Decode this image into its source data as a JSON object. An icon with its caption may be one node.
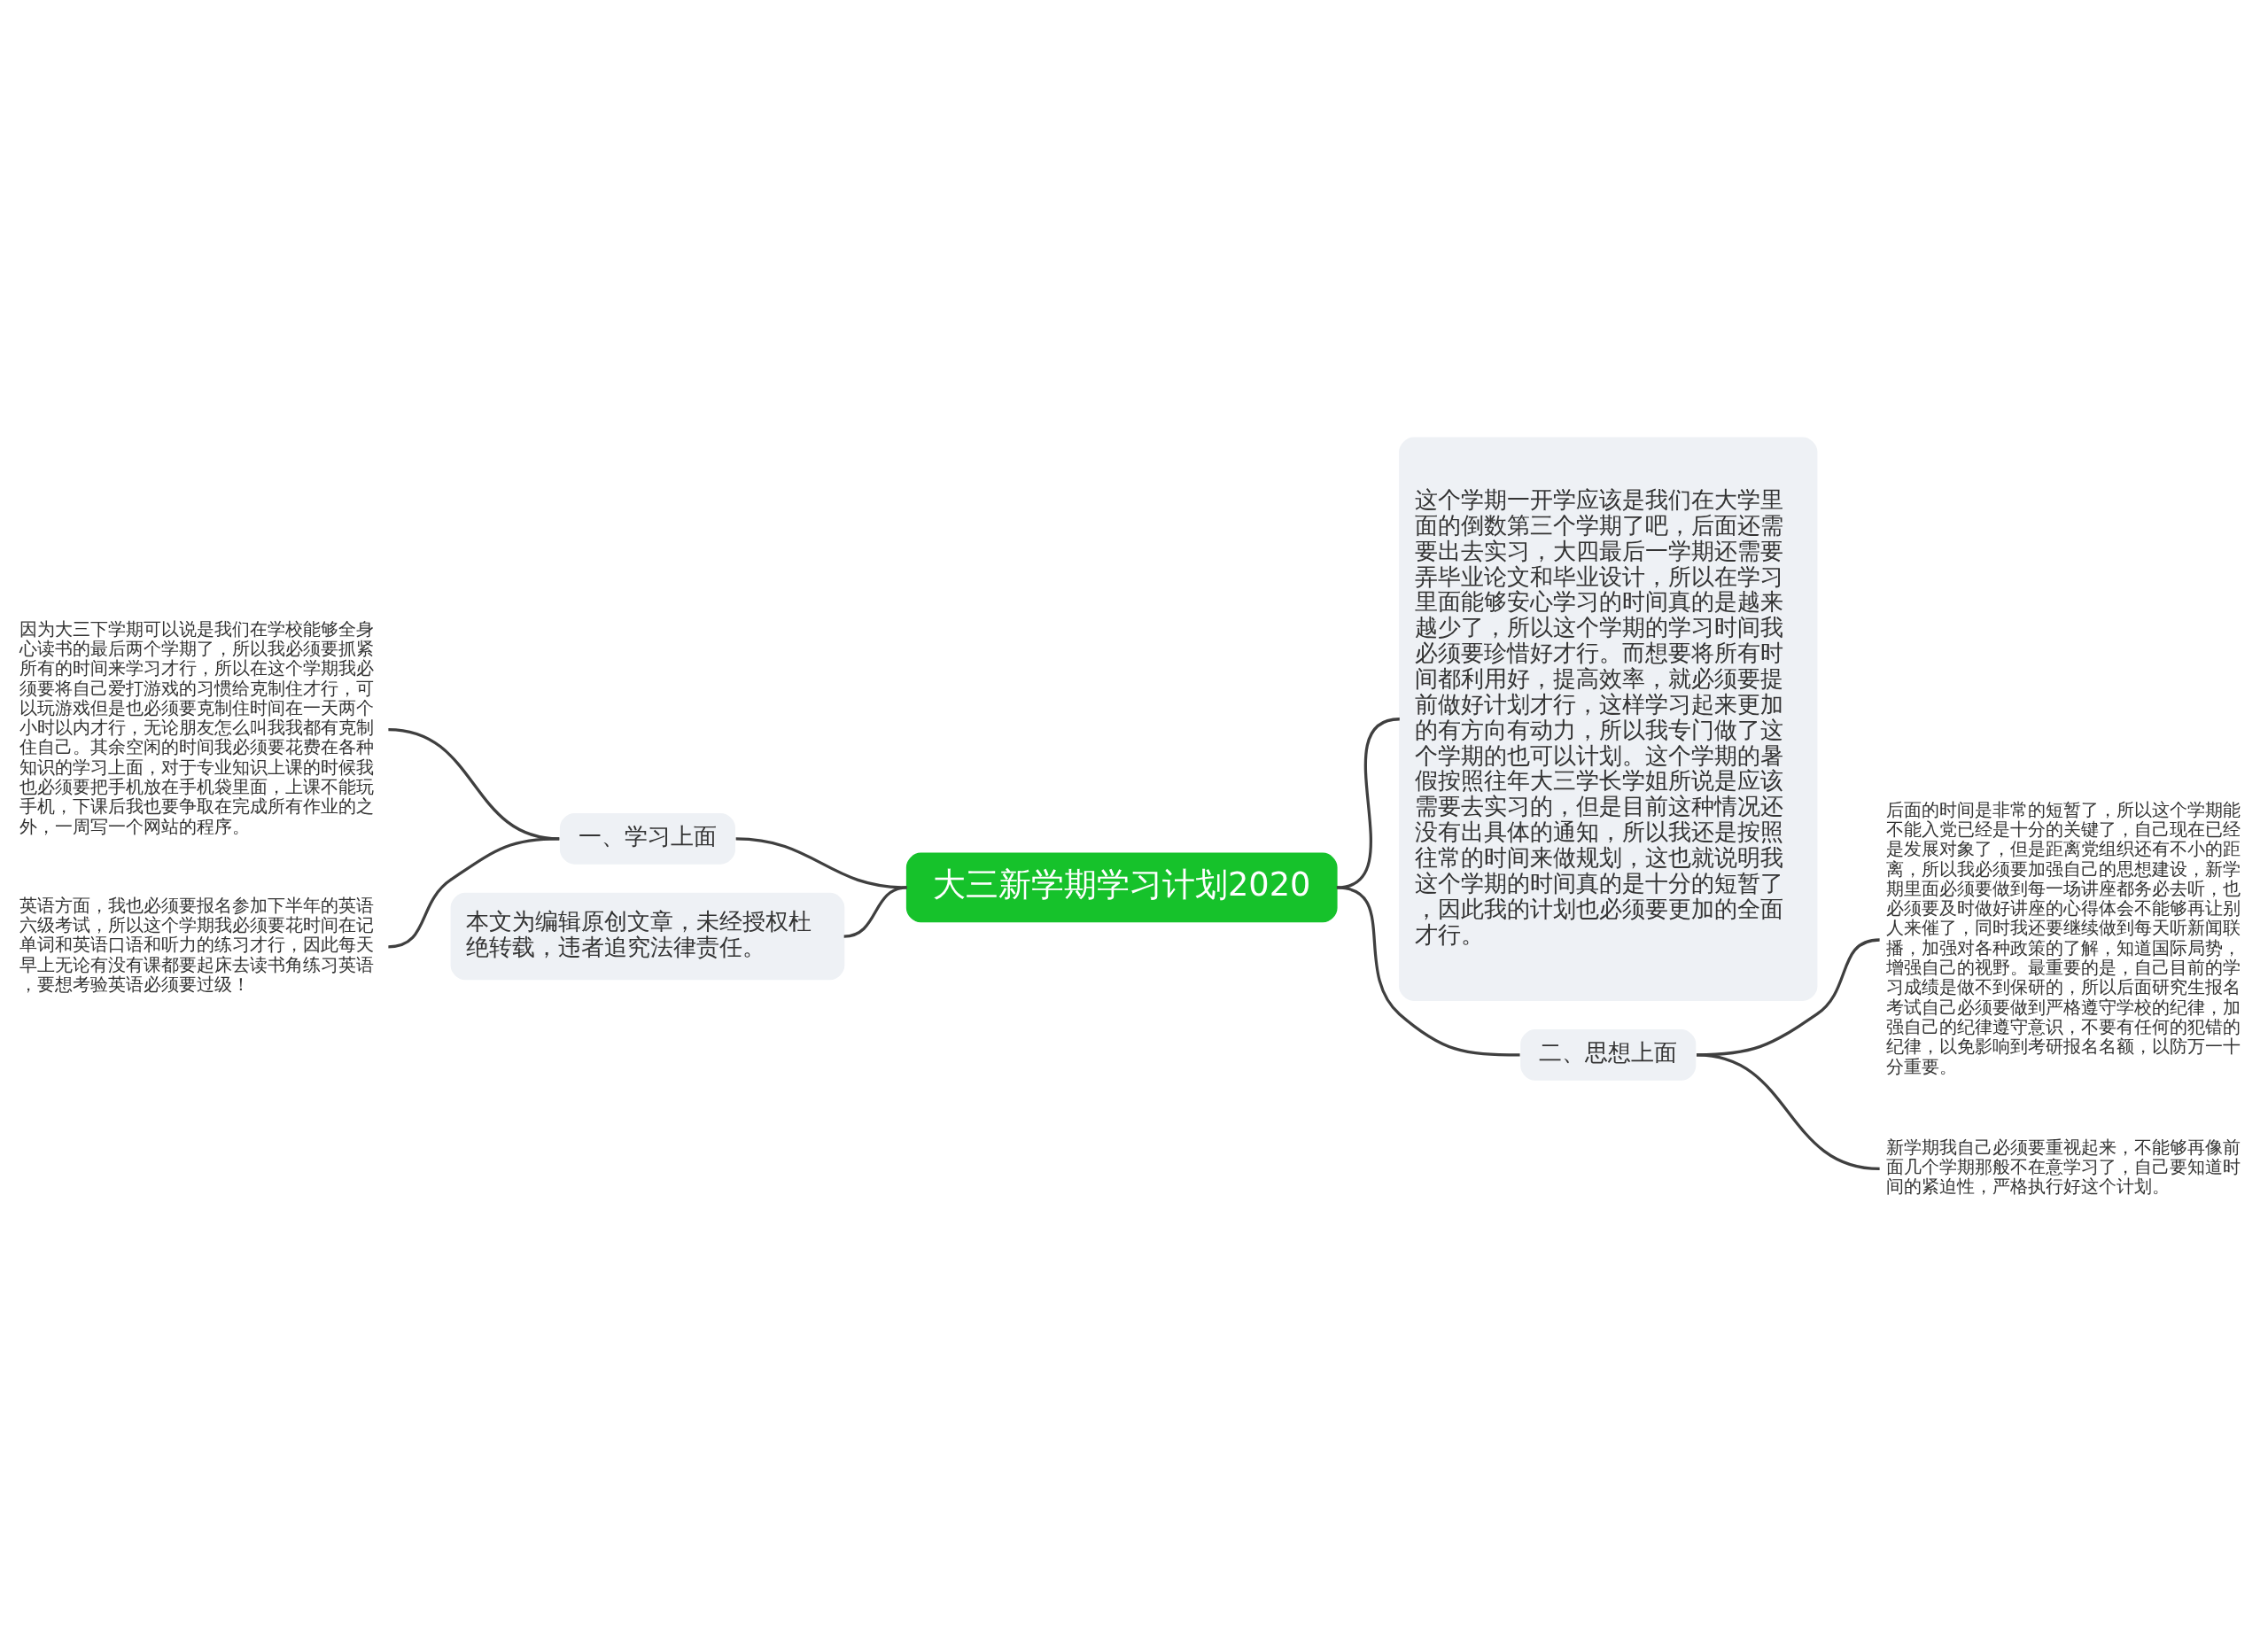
{
  "diagram": {
    "nodes": [
      {
        "text": [
          "大三新学期学习计划2020"
        ]
      },
      {
        "text": [
          "一、学习上面"
        ]
      },
      {
        "text": [
          "因为大三下学期可以说是我们在学校能够全身心读书的最后两个学期了，所以我必须要抓紧所有的时间来学习才行，所以在这个学期我必须要将自己爱打游戏的习惯给克制住才行，可以玩游戏但是也必须要克制住时间在一天两个小时以内才行，无论朋友怎么叫我我都有克制住自己。其余空闲的时间我必须要花费在各种知识的学习上面，对于专业知识上课的时候我也必须要把手机放在手机袋里面，上课不能玩手机，下课后我也要争取在完成所有作业的之外，一周写一个网站的程序。"
        ]
      },
      {
        "text": [
          "英语方面，我也必须要报名参加下半年的英语六级考试，所以这个学期我必须要花时间在记单词和英语口语和听力的练习才行，因此每天早上无论有没有课都要起床去读书角练习英语，要想考验英语必须要过级！"
        ]
      },
      {
        "text": [
          "本文为编辑原创文章，未经授权杜绝转载，违者追究法律责任。"
        ]
      },
      {
        "text": [
          "这个学期一开学应该是我们在大学里面的倒数第三个学期了吧，后面还需要出去实习，大四最后一学期还需要弄毕业论文和毕业设计，所以在学习里面能够安心学习的时间真的是越来越少了，所以这个学期的学习时间我必须要珍惜好才行。而想要将所有时间都利用好，提高效率，就必须要提前做好计划才行，这样学习起来更加的有方向有动力，所以我专门做了这个学期的也可以计划。这个学期的暑假按照往年大三学长学姐所说是应该需要去实习的，但是目前这种情况还没有出具体的通知，所以我还是按照往常的时间来做规划，这也就说明我这个学期的时间真的是十分的短暂了，因此我的计划也必须要更加的全面才行。"
        ]
      },
      {
        "text": [
          "二、思想上面"
        ]
      },
      {
        "text": [
          "后面的时间是非常的短暂了，所以这个学期能不能入党已经是十分的关键了，自己现在已经是发展对象了，但是距离党组织还有不小的距离，所以我必须要加强自己的思想建设，新学期里面必须要做到每一场讲座都务必去听，也必须要及时做好讲座的心得体会不能够再让别人来催了，同时我还要继续做到每天听新闻联播，加强对各种政策的了解，知道国际局势，增强自己的视野。最重要的是，自己目前的学习成绩是做不到保研的，所以后面研究生报名考试自己必须要做到严格遵守学校的纪律，加强自己的纪律遵守意识，不要有任何的犯错的纪律，以免影响到考研报名名额，以防万一十分重要。"
        ]
      },
      {
        "text": [
          "新学期我自己必须要重视起来，不能够再像前面几个学期那般不在意学习了，自己要知道时间的紧迫性，严格执行好这个计划。"
        ]
      }
    ],
    "edges": [
      {
        "from": 0,
        "to": 1,
        "arrow": "none"
      },
      {
        "from": 1,
        "to": 2,
        "arrow": "none"
      },
      {
        "from": 1,
        "to": 3,
        "arrow": "none"
      },
      {
        "from": 0,
        "to": 4,
        "arrow": "none"
      },
      {
        "from": 0,
        "to": 5,
        "arrow": "none"
      },
      {
        "from": 0,
        "to": 6,
        "arrow": "none"
      },
      {
        "from": 6,
        "to": 7,
        "arrow": "none"
      },
      {
        "from": 6,
        "to": 8,
        "arrow": "none"
      }
    ]
  }
}
